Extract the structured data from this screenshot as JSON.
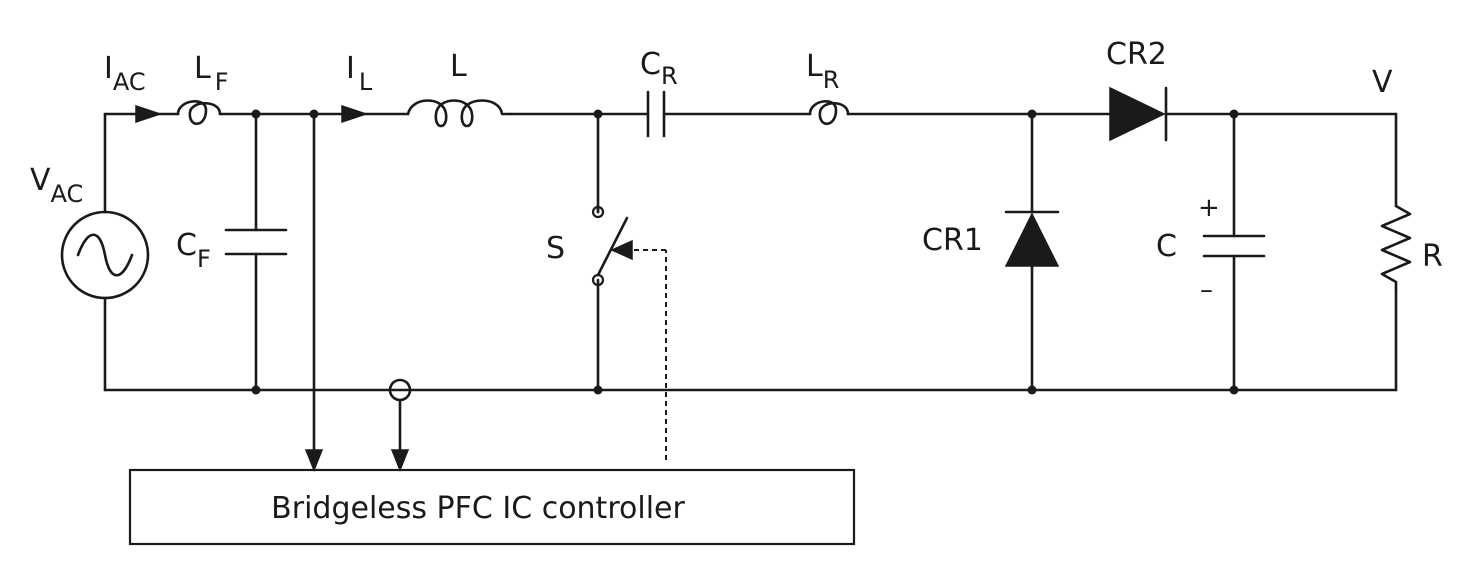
{
  "labels": {
    "vac_main": "V",
    "vac_sub": "AC",
    "iac_main": "I",
    "iac_sub": "AC",
    "lf_main": "L",
    "lf_sub": "F",
    "cf_main": "C",
    "cf_sub": "F",
    "il_main": "I",
    "il_sub": "L",
    "l": "L",
    "cr_main": "C",
    "cr_sub": "R",
    "lr_main": "L",
    "lr_sub": "R",
    "s": "S",
    "cr1": "CR1",
    "cr2": "CR2",
    "c": "C",
    "c_plus": "+",
    "c_minus": "–",
    "v_out": "V",
    "r": "R"
  },
  "controller": {
    "label": "Bridgeless PFC IC controller"
  },
  "colors": {
    "ink": "#1a1a1a",
    "background": "#ffffff"
  }
}
